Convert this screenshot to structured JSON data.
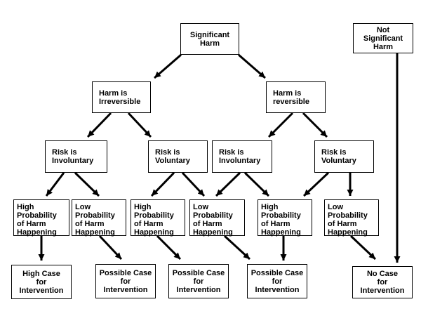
{
  "nodes": {
    "significant_harm": [
      "Significant",
      "Harm"
    ],
    "not_significant_harm": [
      "Not",
      "Significant",
      "Harm"
    ],
    "harm_irreversible": [
      "Harm is",
      "Irreversible"
    ],
    "harm_reversible": [
      "Harm is",
      "reversible"
    ],
    "risk_involuntary_1": [
      "Risk is",
      "Involuntary"
    ],
    "risk_voluntary_1": [
      "Risk is",
      "Voluntary"
    ],
    "risk_involuntary_2": [
      "Risk is",
      "Involuntary"
    ],
    "risk_voluntary_2": [
      "Risk is",
      "Voluntary"
    ],
    "high_prob_1": [
      "High",
      "Probability",
      "of Harm",
      "Happening"
    ],
    "low_prob_1": [
      "Low",
      "Probability",
      "of Harm",
      "Happening"
    ],
    "high_prob_2": [
      "High",
      "Probability",
      "of Harm",
      "Happening"
    ],
    "low_prob_2": [
      "Low",
      "Probability",
      "of Harm",
      "Happening"
    ],
    "high_prob_3": [
      "High",
      "Probability",
      "of Harm",
      "Happening"
    ],
    "low_prob_3": [
      "Low",
      "Probability",
      "of Harm",
      "Happening"
    ],
    "high_case": [
      "High Case",
      "for",
      "Intervention"
    ],
    "possible_case_1": [
      "Possible Case",
      "for",
      "Intervention"
    ],
    "possible_case_2": [
      "Possible Case",
      "for",
      "Intervention"
    ],
    "possible_case_3": [
      "Possible Case",
      "for",
      "Intervention"
    ],
    "no_case": [
      "No Case",
      "for",
      "Intervention"
    ]
  }
}
